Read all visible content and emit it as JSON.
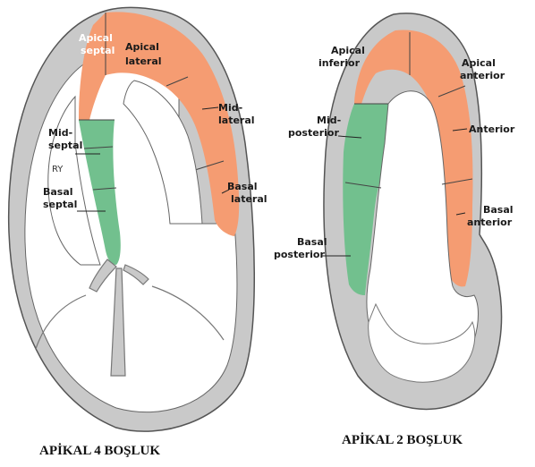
{
  "colors": {
    "lateral_wall": "#f59c72",
    "septal_wall": "#72c08e",
    "pericardium": "#c9c9c9",
    "outline": "#555555",
    "chamber": "#ffffff"
  },
  "left_view": {
    "caption": "APİKAL 4 BOŞLUK",
    "labels": {
      "apical_septal": [
        "Apical",
        "septal"
      ],
      "apical_lateral": [
        "Apical",
        "lateral"
      ],
      "mid_lateral": [
        "Mid-",
        "lateral"
      ],
      "mid_septal": [
        "Mid-",
        "septal"
      ],
      "ry": "RY",
      "basal_septal": [
        "Basal",
        "septal"
      ],
      "basal_lateral": [
        "Basal",
        "lateral"
      ]
    }
  },
  "right_view": {
    "caption": "APİKAL 2 BOŞLUK",
    "labels": {
      "apical_inferior": [
        "Apical",
        "inferior"
      ],
      "apical_anterior": [
        "Apical",
        "anterior"
      ],
      "mid_posterior": [
        "Mid-",
        "posterior"
      ],
      "anterior": "Anterior",
      "basal_posterior": [
        "Basal",
        "posterior"
      ],
      "basal_anterior": [
        "Basal",
        "anterior"
      ]
    }
  }
}
